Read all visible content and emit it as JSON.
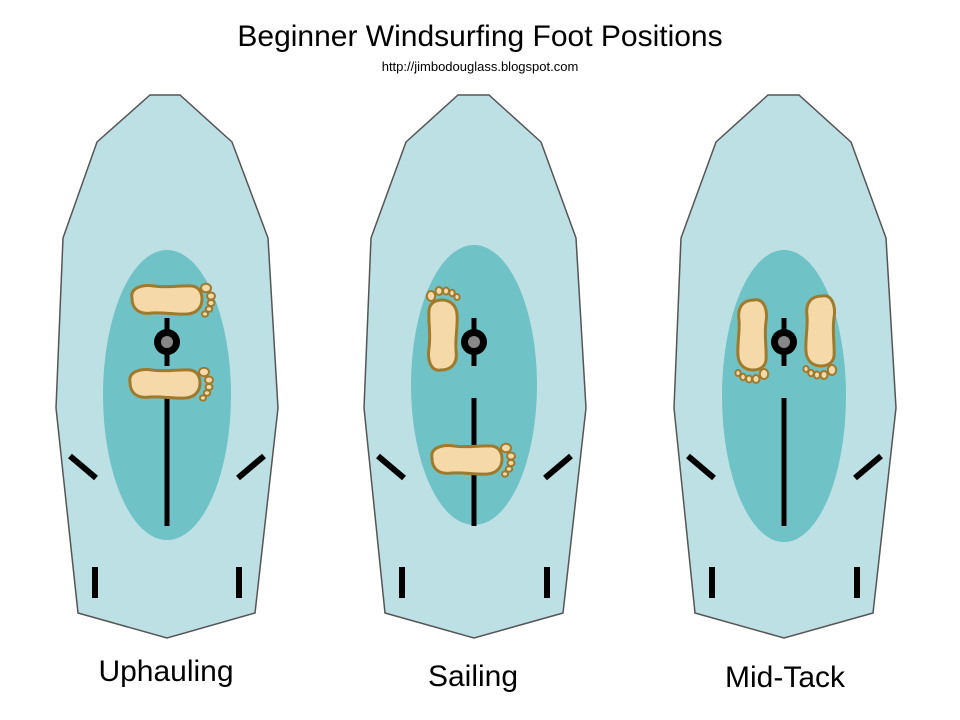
{
  "title": "Beginner Windsurfing Foot Positions",
  "subtitle": "http://jimbodouglass.blogspot.com",
  "colors": {
    "board_fill": "#bde0e4",
    "board_stroke": "#555555",
    "zone_fill": "#6fc2c6",
    "mark": "#000000",
    "mast_inner": "#888888",
    "foot_fill": "#f5d9a8",
    "foot_outline": "#a07a2c"
  },
  "boards": [
    {
      "label": "Uphauling",
      "feet": [
        {
          "direction": "right",
          "position": "front-of-mast"
        },
        {
          "direction": "right",
          "position": "behind-mast"
        }
      ]
    },
    {
      "label": "Sailing",
      "feet": [
        {
          "direction": "up",
          "position": "beside-mast"
        },
        {
          "direction": "right",
          "position": "over-boom-track"
        }
      ]
    },
    {
      "label": "Mid-Tack",
      "feet": [
        {
          "direction": "down",
          "position": "left-of-mast"
        },
        {
          "direction": "down",
          "position": "right-of-mast"
        }
      ]
    }
  ]
}
